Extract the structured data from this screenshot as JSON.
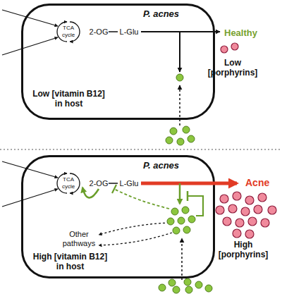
{
  "diagram": {
    "nodes": [
      {
        "text": [
          "P. acnes"
        ]
      },
      {
        "text": [
          "TCA cycle"
        ],
        "in": 0
      },
      {
        "text": [
          "2-OG"
        ],
        "in": 0
      },
      {
        "text": [
          "L-Glu"
        ],
        "in": 0
      },
      {
        "text": [
          "P. acnes"
        ]
      },
      {
        "text": [
          "TCA cycle"
        ],
        "in": 4
      },
      {
        "text": [
          "2-OG"
        ],
        "in": 4
      },
      {
        "text": [
          "L-Glu"
        ],
        "in": 4
      }
    ],
    "edges": [
      {
        "from": 2,
        "to": 3,
        "arrow": "none"
      },
      {
        "from": 6,
        "to": 7,
        "arrow": "none"
      },
      {
        "from": 6,
        "to": 5,
        "arrow": "to"
      }
    ],
    "labels": [
      "Healthy",
      "Low [porphyrins]",
      "Low [vitamin B12] in host",
      "Acne",
      "High [porphyrins]",
      "Other pathways",
      "High [vitamin B12] in host"
    ]
  }
}
